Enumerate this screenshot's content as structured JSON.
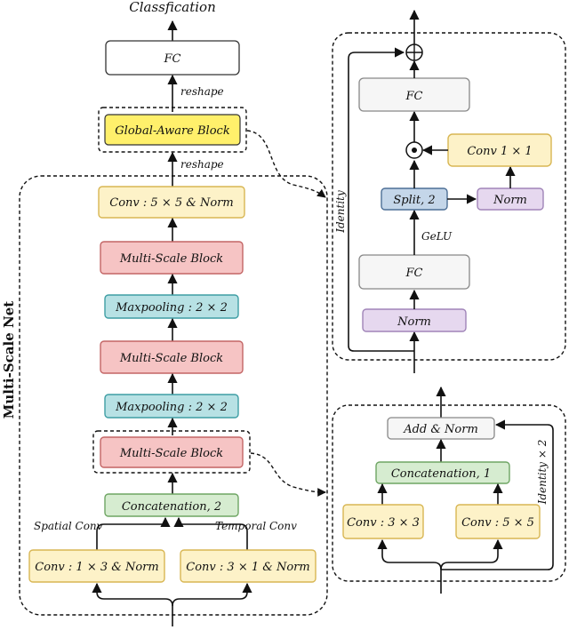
{
  "title": "Classfication",
  "net_label": "Multi-Scale Net",
  "left": {
    "fc": "FC",
    "reshape_top": "reshape",
    "global_block": "Global-Aware Block",
    "reshape_bottom": "reshape",
    "conv5": "Conv : 5 × 5 & Norm",
    "msb3": "Multi-Scale Block",
    "maxpool2": "Maxpooling : 2 × 2",
    "msb2": "Multi-Scale Block",
    "maxpool1": "Maxpooling : 2 × 2",
    "msb1": "Multi-Scale Block",
    "concat": "Concatenation, 2",
    "spatial_label": "Spatial Conv",
    "temporal_label": "Temporal Conv",
    "conv_spatial": "Conv : 1 × 3 & Norm",
    "conv_temporal": "Conv : 3 × 1 & Norm"
  },
  "global_detail": {
    "fc_top": "FC",
    "odot": "⊙",
    "oplus": "⊕",
    "conv1": "Conv 1 × 1",
    "split": "Split, 2",
    "norm_right": "Norm",
    "gelu": "GeLU",
    "fc_bottom": "FC",
    "norm_bottom": "Norm",
    "identity": "Identity"
  },
  "msb_detail": {
    "add_norm": "Add & Norm",
    "concat": "Concatenation, 1",
    "conv3": "Conv : 3 × 3",
    "conv5": "Conv : 5 × 5",
    "identity": "Identity × 2"
  },
  "colors": {
    "white_fill": "#ffffff",
    "yellow_bright": "#fff06b",
    "yellow_light": "#fdf2c8",
    "yellow_border": "#d8b653",
    "red_fill": "#f6c4c4",
    "red_border": "#c36565",
    "cyan_fill": "#b7e1e4",
    "cyan_border": "#3e9ea4",
    "green_fill": "#d6ecd0",
    "green_border": "#6ea563",
    "purple_fill": "#e6d8ef",
    "purple_border": "#a084b8",
    "blue_fill": "#c4d6e9",
    "blue_border": "#4d6f96",
    "panel_fill": "#e6e6e6",
    "gray_box": "#f6f6f6",
    "gray_border": "#888888"
  }
}
